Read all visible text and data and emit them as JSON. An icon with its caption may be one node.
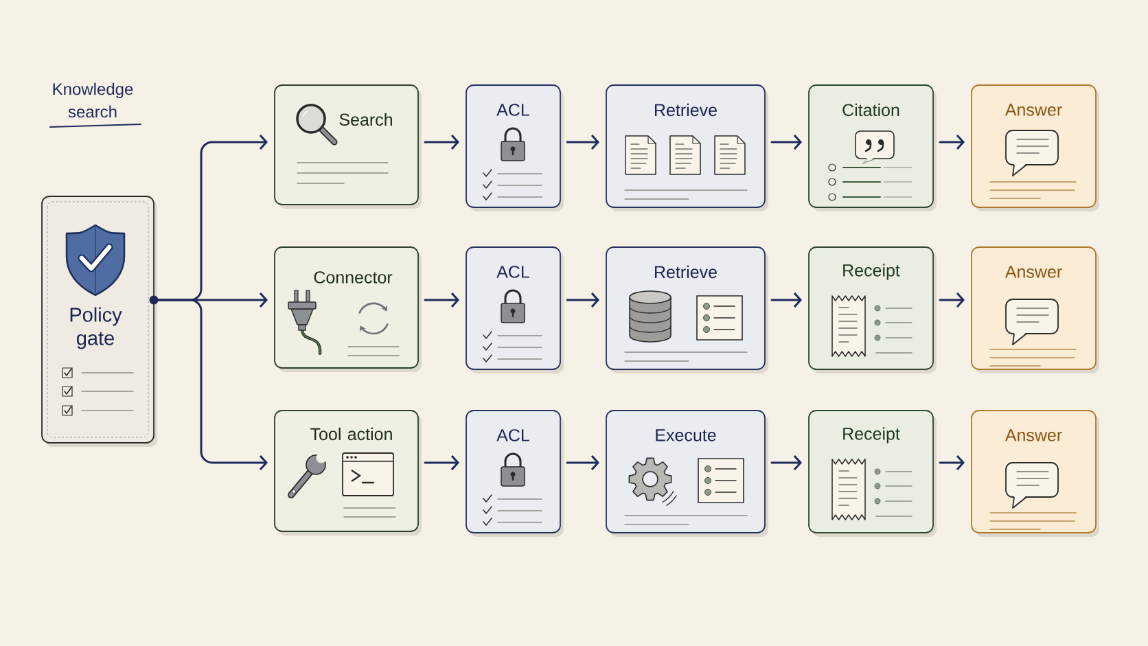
{
  "diagram": {
    "title": "Knowledge search",
    "nodes": [
      {
        "text": [
          "Policy gate"
        ]
      },
      {
        "text": [
          "Search"
        ]
      },
      {
        "text": [
          "ACL"
        ]
      },
      {
        "text": [
          "Retrieve"
        ]
      },
      {
        "text": [
          "Citation"
        ]
      },
      {
        "text": [
          "Answer"
        ]
      },
      {
        "text": [
          "Connector"
        ]
      },
      {
        "text": [
          "ACL"
        ]
      },
      {
        "text": [
          "Retrieve"
        ]
      },
      {
        "text": [
          "Receipt"
        ]
      },
      {
        "text": [
          "Answer"
        ]
      },
      {
        "text": [
          "Tool action"
        ]
      },
      {
        "text": [
          "ACL"
        ]
      },
      {
        "text": [
          "Execute"
        ]
      },
      {
        "text": [
          "Receipt"
        ]
      },
      {
        "text": [
          "Answer"
        ]
      }
    ],
    "edges": [
      {
        "from": 0,
        "to": 1,
        "arrow": "to"
      },
      {
        "from": 0,
        "to": 6,
        "arrow": "to"
      },
      {
        "from": 0,
        "to": 11,
        "arrow": "to"
      },
      {
        "from": 1,
        "to": 2,
        "arrow": "to"
      },
      {
        "from": 2,
        "to": 3,
        "arrow": "to"
      },
      {
        "from": 3,
        "to": 4,
        "arrow": "to"
      },
      {
        "from": 4,
        "to": 5,
        "arrow": "to"
      },
      {
        "from": 6,
        "to": 7,
        "arrow": "to"
      },
      {
        "from": 7,
        "to": 8,
        "arrow": "to"
      },
      {
        "from": 8,
        "to": 9,
        "arrow": "to"
      },
      {
        "from": 9,
        "to": 10,
        "arrow": "to"
      },
      {
        "from": 11,
        "to": 12,
        "arrow": "to"
      },
      {
        "from": 12,
        "to": 13,
        "arrow": "to"
      },
      {
        "from": 13,
        "to": 14,
        "arrow": "to"
      },
      {
        "from": 14,
        "to": 15,
        "arrow": "to"
      }
    ]
  }
}
